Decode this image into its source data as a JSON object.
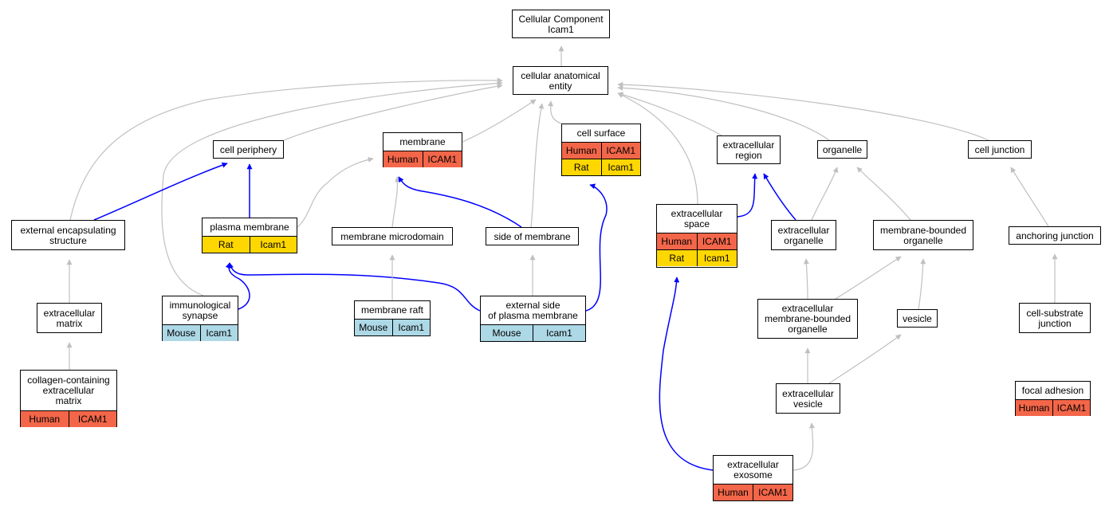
{
  "nodes": {
    "root": {
      "label": "Cellular Component\nIcam1"
    },
    "cae": {
      "label": "cellular anatomical\nentity"
    },
    "cell_periphery": {
      "label": "cell periphery"
    },
    "membrane": {
      "label": "membrane",
      "tags": [
        {
          "species": "Human",
          "gene": "ICAM1"
        }
      ]
    },
    "cell_surface": {
      "label": "cell surface",
      "tags": [
        {
          "species": "Human",
          "gene": "ICAM1"
        },
        {
          "species": "Rat",
          "gene": "Icam1"
        }
      ]
    },
    "extracellular_region": {
      "label": "extracellular\nregion"
    },
    "organelle": {
      "label": "organelle"
    },
    "cell_junction": {
      "label": "cell junction"
    },
    "ext_encaps": {
      "label": "external encapsulating\nstructure"
    },
    "plasma_membrane": {
      "label": "plasma membrane",
      "tags": [
        {
          "species": "Rat",
          "gene": "Icam1"
        }
      ]
    },
    "membrane_microdomain": {
      "label": "membrane microdomain"
    },
    "side_of_membrane": {
      "label": "side of membrane"
    },
    "extracellular_space": {
      "label": "extracellular\nspace",
      "tags": [
        {
          "species": "Human",
          "gene": "ICAM1"
        },
        {
          "species": "Rat",
          "gene": "Icam1"
        }
      ]
    },
    "extracellular_organelle": {
      "label": "extracellular\norganelle"
    },
    "membrane_bounded_organelle": {
      "label": "membrane-bounded\norganelle"
    },
    "anchoring_junction": {
      "label": "anchoring junction"
    },
    "extracellular_matrix": {
      "label": "extracellular\nmatrix"
    },
    "immunological_synapse": {
      "label": "immunological\nsynapse",
      "tags": [
        {
          "species": "Mouse",
          "gene": "Icam1"
        }
      ]
    },
    "membrane_raft": {
      "label": "membrane raft",
      "tags": [
        {
          "species": "Mouse",
          "gene": "Icam1"
        }
      ]
    },
    "ext_side_pm": {
      "label": "external side\nof plasma membrane",
      "tags": [
        {
          "species": "Mouse",
          "gene": "Icam1"
        }
      ]
    },
    "ec_mbo": {
      "label": "extracellular\nmembrane-bounded\norganelle"
    },
    "vesicle": {
      "label": "vesicle"
    },
    "cell_substrate_junction": {
      "label": "cell-substrate\njunction"
    },
    "collagen_ecm": {
      "label": "collagen-containing\nextracellular\nmatrix",
      "tags": [
        {
          "species": "Human",
          "gene": "ICAM1"
        }
      ]
    },
    "extracellular_vesicle": {
      "label": "extracellular\nvesicle"
    },
    "focal_adhesion": {
      "label": "focal adhesion",
      "tags": [
        {
          "species": "Human",
          "gene": "ICAM1"
        }
      ]
    },
    "extracellular_exosome": {
      "label": "extracellular\nexosome",
      "tags": [
        {
          "species": "Human",
          "gene": "ICAM1"
        }
      ]
    }
  },
  "edges": [
    {
      "from": "cae",
      "to": "root",
      "kind": "is_a"
    },
    {
      "from": "cell_periphery",
      "to": "cae",
      "kind": "is_a"
    },
    {
      "from": "membrane",
      "to": "cae",
      "kind": "is_a"
    },
    {
      "from": "cell_surface",
      "to": "cae",
      "kind": "is_a"
    },
    {
      "from": "extracellular_region",
      "to": "cae",
      "kind": "is_a"
    },
    {
      "from": "organelle",
      "to": "cae",
      "kind": "is_a"
    },
    {
      "from": "cell_junction",
      "to": "cae",
      "kind": "is_a"
    },
    {
      "from": "ext_encaps",
      "to": "cae",
      "kind": "is_a"
    },
    {
      "from": "immunological_synapse",
      "to": "cae",
      "kind": "is_a"
    },
    {
      "from": "side_of_membrane",
      "to": "cae",
      "kind": "is_a"
    },
    {
      "from": "extracellular_space",
      "to": "cae",
      "kind": "is_a"
    },
    {
      "from": "ext_encaps",
      "to": "cell_periphery",
      "kind": "part_of"
    },
    {
      "from": "plasma_membrane",
      "to": "cell_periphery",
      "kind": "part_of"
    },
    {
      "from": "plasma_membrane",
      "to": "membrane",
      "kind": "is_a"
    },
    {
      "from": "membrane_microdomain",
      "to": "membrane",
      "kind": "is_a"
    },
    {
      "from": "side_of_membrane",
      "to": "membrane",
      "kind": "part_of"
    },
    {
      "from": "ext_side_pm",
      "to": "cell_surface",
      "kind": "part_of"
    },
    {
      "from": "extracellular_space",
      "to": "extracellular_region",
      "kind": "part_of"
    },
    {
      "from": "extracellular_organelle",
      "to": "extracellular_region",
      "kind": "part_of"
    },
    {
      "from": "extracellular_organelle",
      "to": "organelle",
      "kind": "is_a"
    },
    {
      "from": "membrane_bounded_organelle",
      "to": "organelle",
      "kind": "is_a"
    },
    {
      "from": "anchoring_junction",
      "to": "cell_junction",
      "kind": "is_a"
    },
    {
      "from": "extracellular_matrix",
      "to": "ext_encaps",
      "kind": "is_a"
    },
    {
      "from": "immunological_synapse",
      "to": "plasma_membrane",
      "kind": "part_of"
    },
    {
      "from": "ext_side_pm",
      "to": "plasma_membrane",
      "kind": "part_of"
    },
    {
      "from": "membrane_raft",
      "to": "membrane_microdomain",
      "kind": "is_a"
    },
    {
      "from": "ext_side_pm",
      "to": "side_of_membrane",
      "kind": "is_a"
    },
    {
      "from": "ec_mbo",
      "to": "extracellular_organelle",
      "kind": "is_a"
    },
    {
      "from": "ec_mbo",
      "to": "membrane_bounded_organelle",
      "kind": "is_a"
    },
    {
      "from": "vesicle",
      "to": "membrane_bounded_organelle",
      "kind": "is_a"
    },
    {
      "from": "cell_substrate_junction",
      "to": "anchoring_junction",
      "kind": "is_a"
    },
    {
      "from": "collagen_ecm",
      "to": "extracellular_matrix",
      "kind": "is_a"
    },
    {
      "from": "extracellular_vesicle",
      "to": "ec_mbo",
      "kind": "is_a"
    },
    {
      "from": "extracellular_vesicle",
      "to": "vesicle",
      "kind": "is_a"
    },
    {
      "from": "focal_adhesion",
      "to": "cell_substrate_junction",
      "kind": "is_a"
    },
    {
      "from": "extracellular_exosome",
      "to": "extracellular_vesicle",
      "kind": "is_a"
    },
    {
      "from": "extracellular_exosome",
      "to": "extracellular_space",
      "kind": "part_of"
    }
  ],
  "colors": {
    "Human": "#f36649",
    "Rat": "#ffd700",
    "Mouse": "#add8e6",
    "is_a_edge": "#c0c0c0",
    "part_of_edge": "#0000ff"
  }
}
